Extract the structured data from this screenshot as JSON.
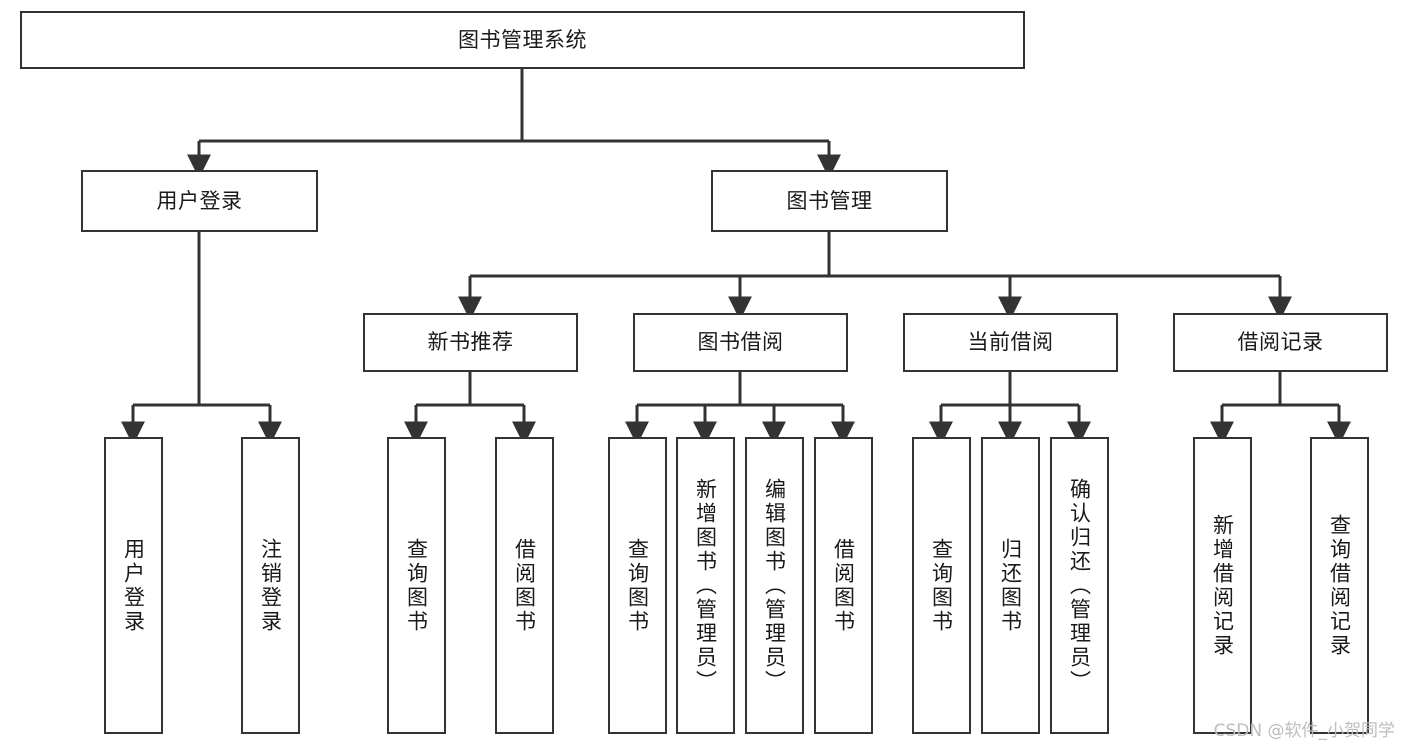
{
  "diagram": {
    "title": "图书管理系统",
    "type": "tree",
    "watermark": "CSDN @软件_小贺同学",
    "colors": {
      "node_border": "#333333",
      "node_fill": "#ffffff",
      "connector": "#333333",
      "text": "#1a1a1a",
      "watermark": "#bdbdbd"
    },
    "nodes": {
      "root": {
        "label": "图书管理系统"
      },
      "level2": [
        {
          "id": "user-login",
          "label": "用户登录"
        },
        {
          "id": "book-manage",
          "label": "图书管理"
        }
      ],
      "level3": [
        {
          "id": "new-book-rec",
          "label": "新书推荐"
        },
        {
          "id": "book-borrow",
          "label": "图书借阅"
        },
        {
          "id": "current-borrow",
          "label": "当前借阅"
        },
        {
          "id": "borrow-record",
          "label": "借阅记录"
        }
      ],
      "leaves": [
        {
          "id": "leaf-user-login",
          "label": "用户登录",
          "parent": "user-login"
        },
        {
          "id": "leaf-user-logout",
          "label": "注销登录",
          "parent": "user-login"
        },
        {
          "id": "leaf-query-book-1",
          "label": "查询图书",
          "parent": "new-book-rec"
        },
        {
          "id": "leaf-borrow-book-1",
          "label": "借阅图书",
          "parent": "new-book-rec"
        },
        {
          "id": "leaf-query-book-2",
          "label": "查询图书",
          "parent": "book-borrow"
        },
        {
          "id": "leaf-add-book",
          "label": "新增图书（管理员）",
          "parent": "book-borrow"
        },
        {
          "id": "leaf-edit-book",
          "label": "编辑图书（管理员）",
          "parent": "book-borrow"
        },
        {
          "id": "leaf-borrow-book-2",
          "label": "借阅图书",
          "parent": "book-borrow"
        },
        {
          "id": "leaf-query-book-3",
          "label": "查询图书",
          "parent": "current-borrow"
        },
        {
          "id": "leaf-return-book",
          "label": "归还图书",
          "parent": "current-borrow"
        },
        {
          "id": "leaf-confirm-return",
          "label": "确认归还（管理员）",
          "parent": "current-borrow"
        },
        {
          "id": "leaf-add-record",
          "label": "新增借阅记录",
          "parent": "borrow-record"
        },
        {
          "id": "leaf-query-record",
          "label": "查询借阅记录",
          "parent": "borrow-record"
        }
      ]
    }
  }
}
